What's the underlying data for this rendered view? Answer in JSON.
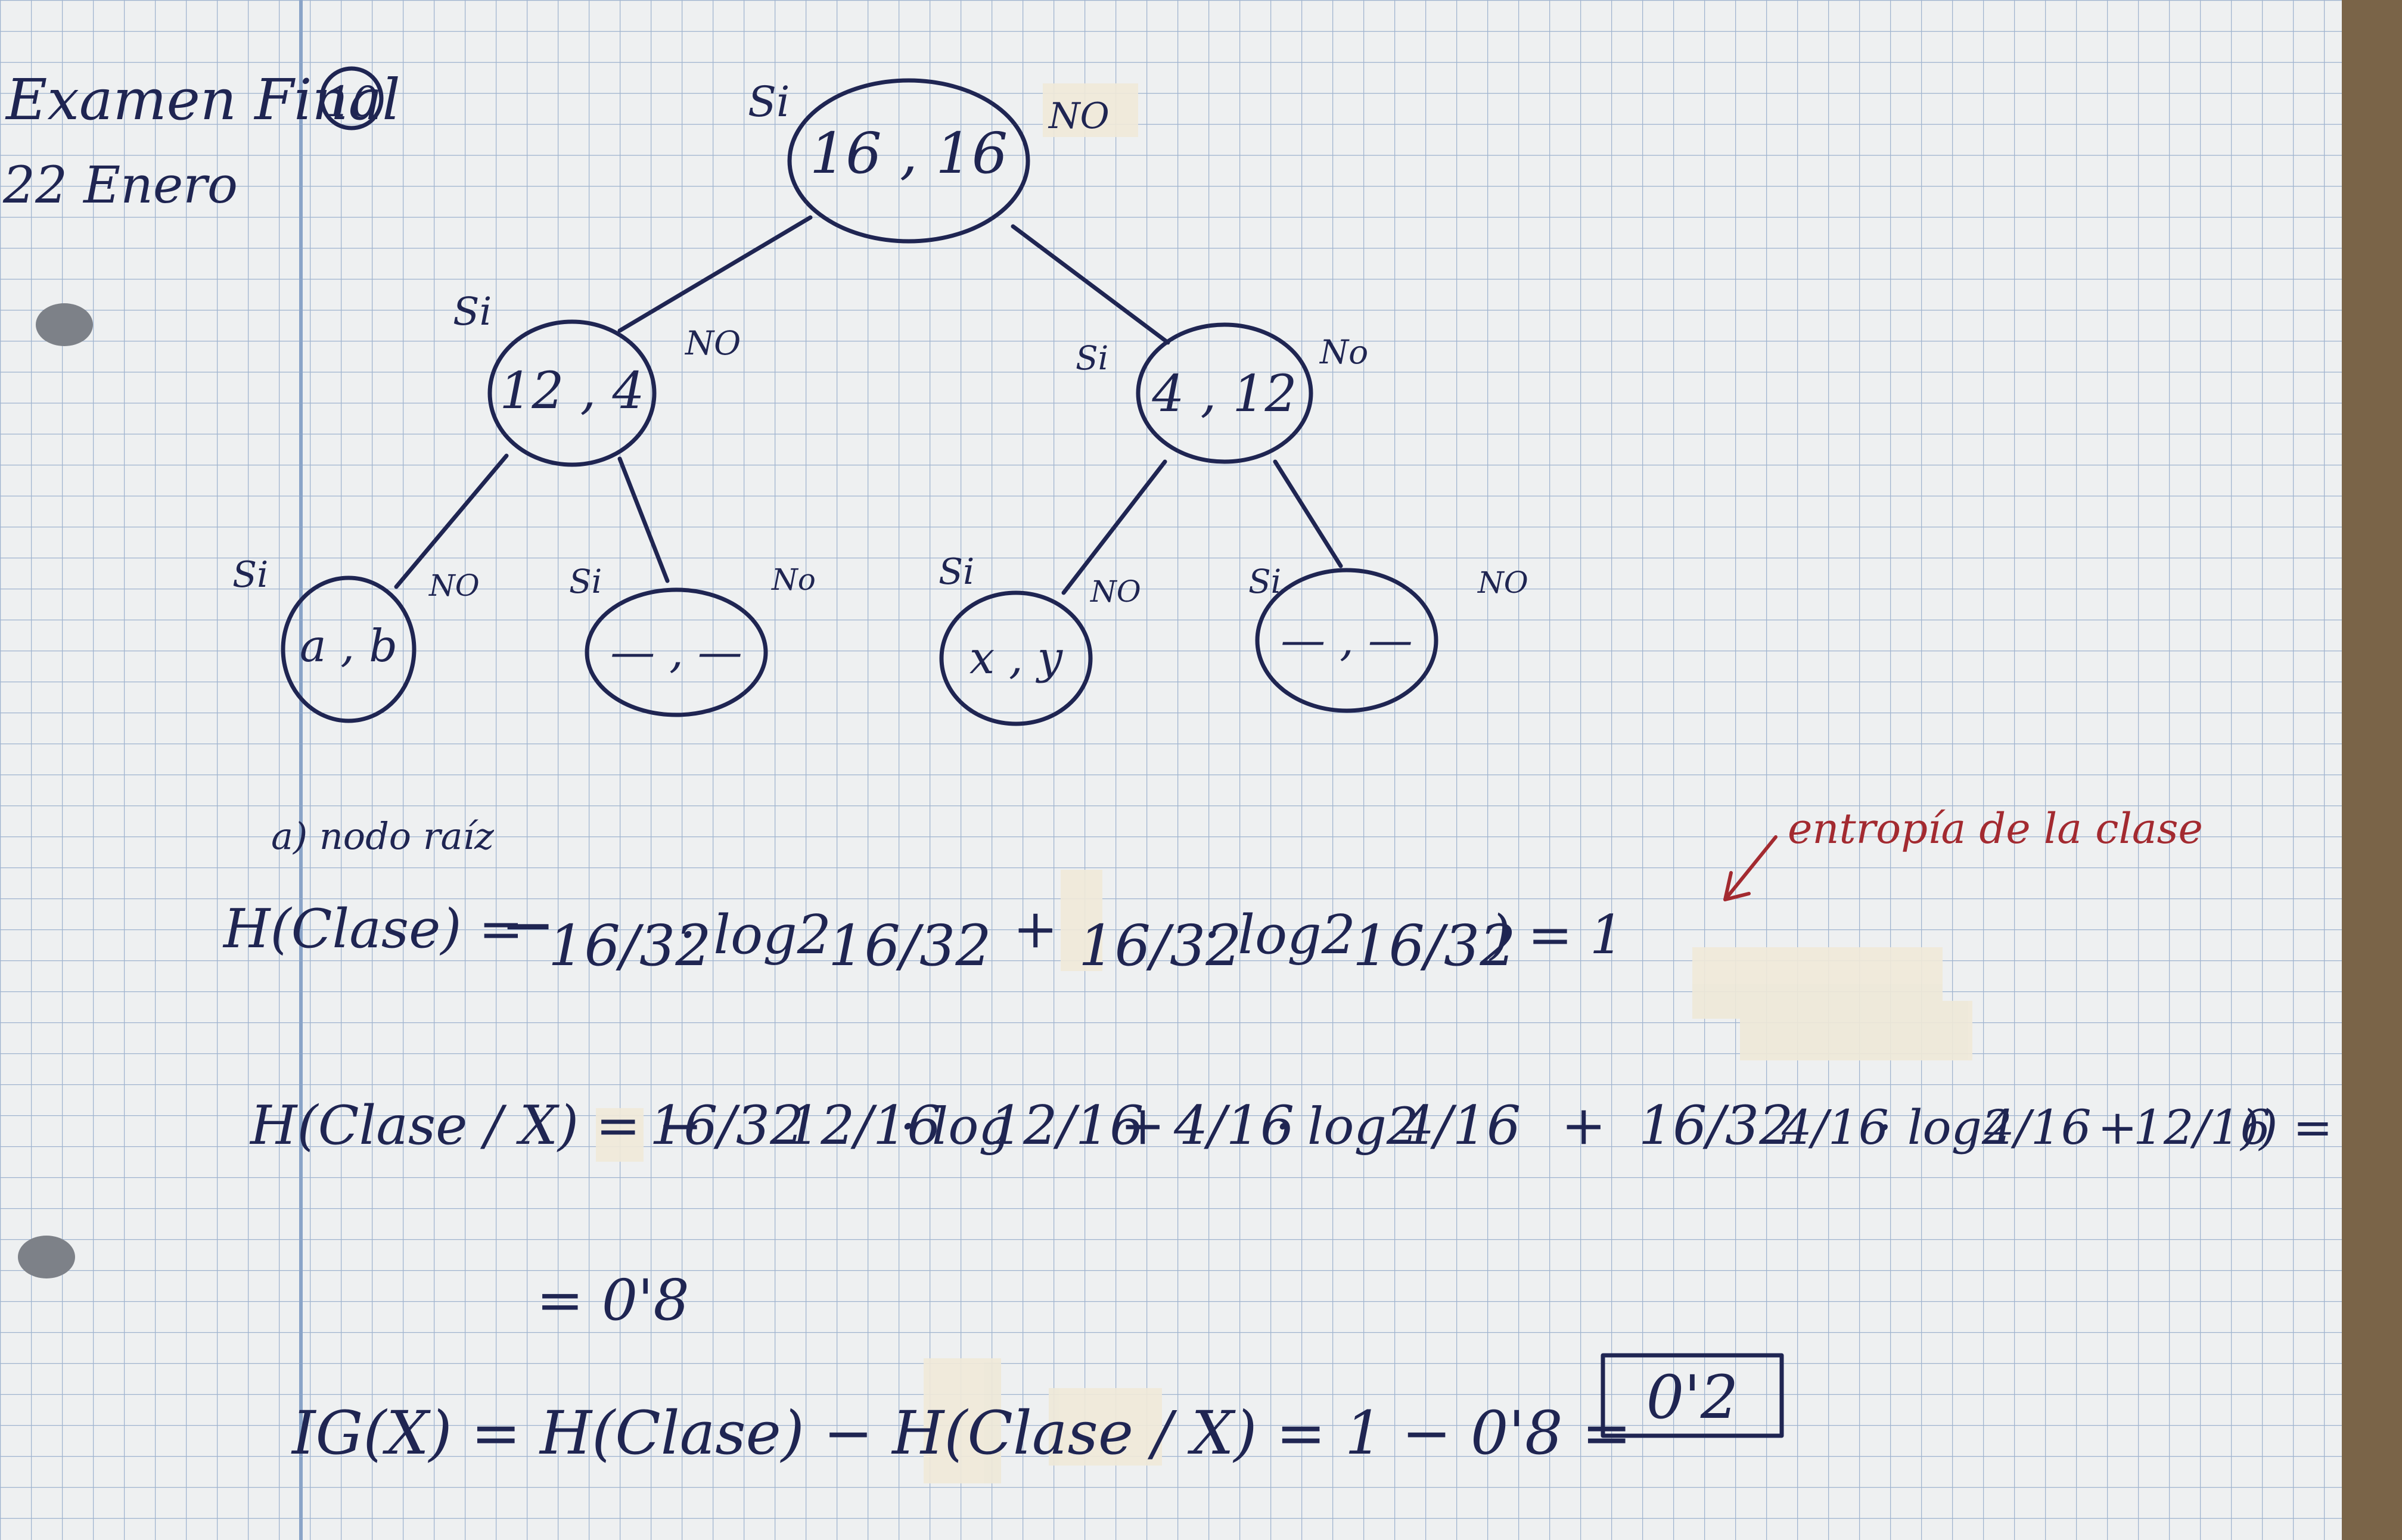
{
  "header": {
    "title": "Examen Final",
    "grade": "10",
    "date": "22 Enero"
  },
  "tree": {
    "root": {
      "label": "16 , 16",
      "yes": "Si",
      "no": "NO"
    },
    "left": {
      "label": "12 , 4",
      "yes": "Si",
      "no": "NO"
    },
    "right": {
      "label": "4 , 12",
      "yes": "Si",
      "no": "No"
    },
    "leaves": [
      {
        "label": "a , b",
        "yes": "Si",
        "no": "NO"
      },
      {
        "label": "— , —",
        "yes": "Si",
        "no": "No"
      },
      {
        "label": "x , y",
        "yes": "Si",
        "no": "NO"
      },
      {
        "label": "— , —",
        "yes": "Si",
        "no": "NO"
      }
    ]
  },
  "work": {
    "part_label": "a) nodo raíz",
    "note": "entropía de la clase",
    "eq1": {
      "lhs": "H(Clase) =",
      "neg": "−",
      "frac": "16/32",
      "log": "· log2",
      "plus": "+",
      "rhs": ") = 1"
    },
    "eq2": {
      "lhs": "H(Clase / X) = −",
      "w": "16/32",
      "a": "12/16",
      "log": "· log",
      "b": "4/16",
      "log2": "· log2",
      "c": "12/16",
      "d": "4/16",
      "plus": "+",
      "eq": ")) ="
    },
    "eq2_result": "= 0'8",
    "eq3": {
      "lhs": "IG(X) = H(Clase) − H(Clase / X) = 1 − 0'8 =",
      "result": "0'2"
    }
  }
}
